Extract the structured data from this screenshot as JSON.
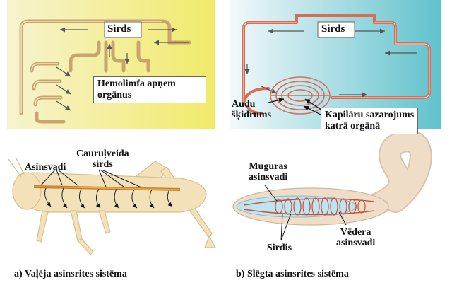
{
  "open_system": {
    "heart_label": "Sirds",
    "callout": "Hemolimfa apņem orgānus",
    "caption": "a) Vaļēja asinsrites sistēma",
    "grasshopper_labels": {
      "vessels": "Asinsvadi",
      "tubular_heart_line1": "Cauruļveida",
      "tubular_heart_line2": "sirds"
    }
  },
  "closed_system": {
    "heart_label": "Sirds",
    "tissue_fluid_line1": "Audu",
    "tissue_fluid_line2": "šķidrums",
    "capillary_line1": "Kapilāru sazarojums",
    "capillary_line2": "katrā orgānā",
    "caption": "b) Slēgta asinsrites sistēma",
    "worm_labels": {
      "dorsal_line1": "Muguras",
      "dorsal_line2": "asinsvadi",
      "heart": "Sirdis",
      "ventral_line1": "Vēdera",
      "ventral_line2": "asinsvadi"
    }
  },
  "colors": {
    "open_bg_left": "#f7f3cf",
    "open_bg_right": "#f1ea6a",
    "closed_bg_left": "#f3f9fb",
    "closed_bg_right": "#5fc2cc",
    "vessel_tan": "#c9a56e",
    "vessel_red": "#d86d56",
    "insect_body": "#f3e1b9",
    "worm_body": "#f0ddc8",
    "arrow": "#555555"
  }
}
